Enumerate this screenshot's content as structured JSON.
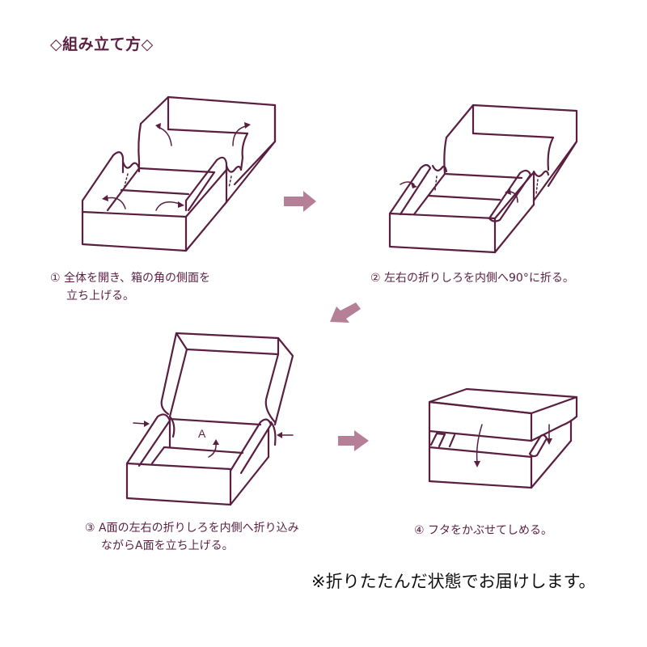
{
  "title": "◇組み立て方◇",
  "colors": {
    "line": "#5a1f40",
    "step_arrow": "#b57f97",
    "note_text": "#111111",
    "background": "#ffffff"
  },
  "steps": [
    {
      "number": "①",
      "text_line1": "全体を開き、箱の角の側面を",
      "text_line2": "立ち上げる。",
      "figure": "open-box-flat-with-corner-flaps-rising"
    },
    {
      "number": "②",
      "text_line1": "左右の折りしろを内側へ90°に折る。",
      "text_line2": "",
      "figure": "side-tabs-folded-inward"
    },
    {
      "number": "③",
      "text_line1": "A面の左右の折りしろを内側へ折り込み",
      "text_line2": "ながらA面を立ち上げる。",
      "figure": "face-a-raised",
      "label_a": "A"
    },
    {
      "number": "④",
      "text_line1": "フタをかぶせてしめる。",
      "text_line2": "",
      "figure": "lid-closing"
    }
  ],
  "flow_arrows": [
    {
      "from": 1,
      "to": 2,
      "direction": "right"
    },
    {
      "from": 2,
      "to": 3,
      "direction": "down-left"
    },
    {
      "from": 3,
      "to": 4,
      "direction": "right"
    }
  ],
  "note": "※折りたたんだ状態でお届けします。"
}
